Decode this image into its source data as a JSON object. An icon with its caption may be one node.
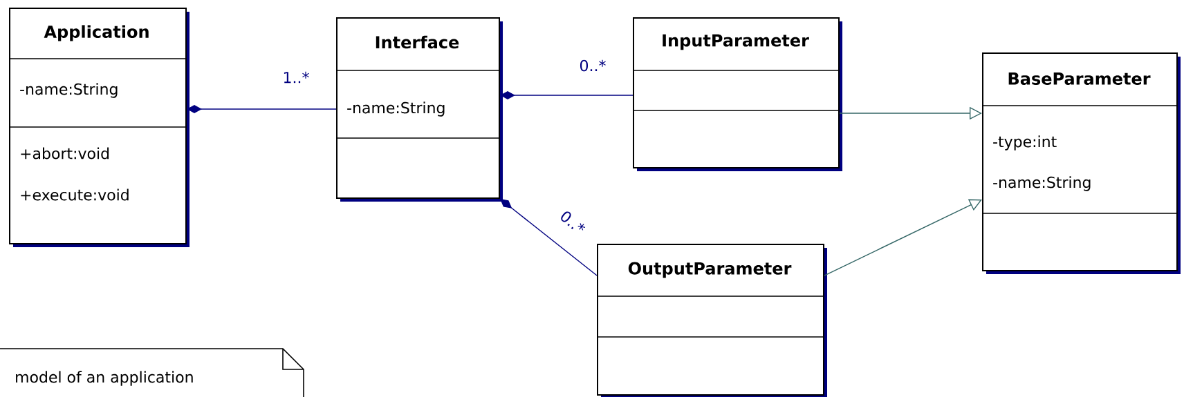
{
  "diagram": {
    "nodes": [
      {
        "text": [
          "Application",
          "-name:String",
          "+abort:void",
          "+execute:void"
        ]
      },
      {
        "text": [
          "Interface",
          "-name:String"
        ]
      },
      {
        "text": [
          "InputParameter"
        ]
      },
      {
        "text": [
          "OutputParameter"
        ]
      },
      {
        "text": [
          "BaseParameter",
          "-type:int",
          "-name:String"
        ]
      },
      {
        "text": [
          "model of an application"
        ]
      }
    ],
    "edges": [
      {
        "from": 1,
        "to": 0,
        "arrow": "other",
        "label": "1..*"
      },
      {
        "from": 2,
        "to": 1,
        "arrow": "other",
        "label": "0..*"
      },
      {
        "from": 3,
        "to": 1,
        "arrow": "other",
        "label": "0..*"
      },
      {
        "from": 2,
        "to": 4,
        "arrow": "to",
        "color": "#336666"
      },
      {
        "from": 3,
        "to": 4,
        "arrow": "to",
        "color": "#336666"
      }
    ]
  }
}
